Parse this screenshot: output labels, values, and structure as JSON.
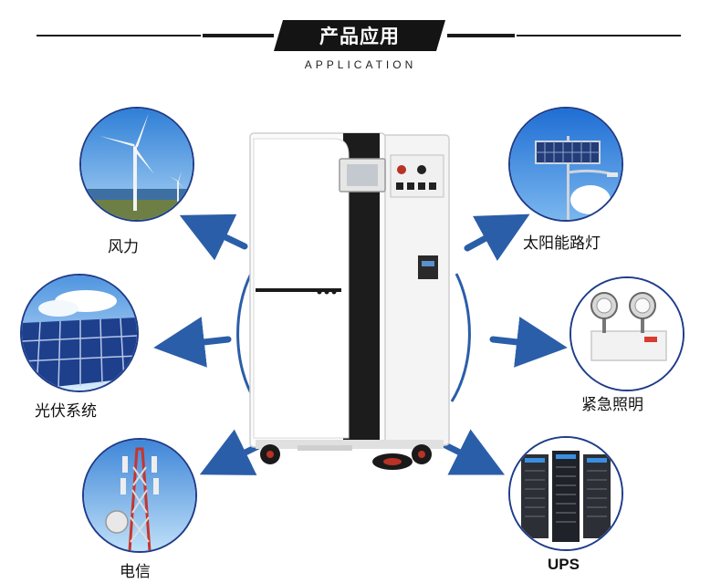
{
  "header": {
    "title": "产品应用",
    "subtitle": "APPLICATION"
  },
  "applications": [
    {
      "key": "wind",
      "label": "风力",
      "icon": "wind-turbine-icon"
    },
    {
      "key": "solar_street_light",
      "label": "太阳能路灯",
      "icon": "solar-street-light-icon"
    },
    {
      "key": "photovoltaic",
      "label": "光伏系统",
      "icon": "solar-panel-icon"
    },
    {
      "key": "emergency_light",
      "label": "紧急照明",
      "icon": "emergency-light-icon"
    },
    {
      "key": "telecom",
      "label": "电信",
      "icon": "telecom-tower-icon"
    },
    {
      "key": "ups",
      "label": "UPS",
      "icon": "server-rack-icon"
    }
  ],
  "colors": {
    "arrow": "#2b5ea8",
    "circle_border": "#1f3d8a",
    "title_bg": "#141414"
  }
}
